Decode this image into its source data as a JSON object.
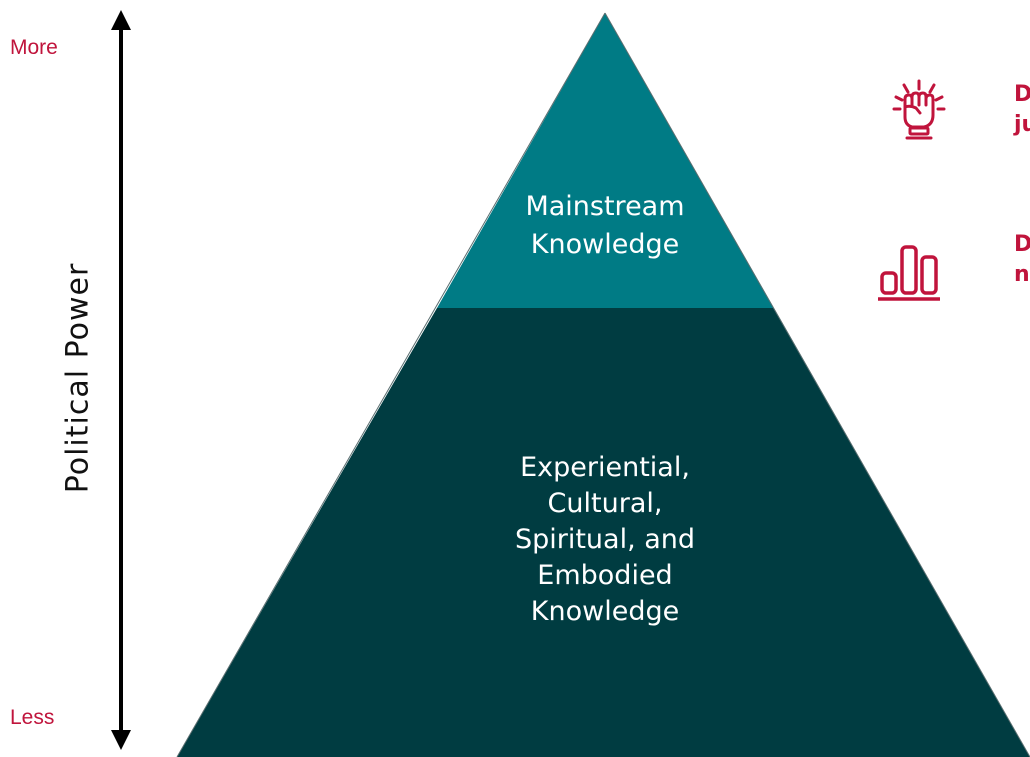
{
  "axis": {
    "title": "Political Power",
    "top_label": "More",
    "bottom_label": "Less",
    "arrow_icon": "double-headed-arrow",
    "label_color": "#c0143c"
  },
  "pyramid": {
    "tiers": [
      {
        "id": "mainstream",
        "label": "Mainstream\nKnowledge",
        "color": "#007b85"
      },
      {
        "id": "experiential",
        "label": "Experiential,\nCultural,\nSpiritual, and\nEmbodied\nKnowledge",
        "color": "#003c41"
      }
    ]
  },
  "legend": {
    "items": [
      {
        "icon": "raised-fist-icon",
        "text": "D\nju",
        "color": "#c0143c"
      },
      {
        "icon": "bar-chart-icon",
        "text": "D\nn",
        "color": "#c0143c"
      }
    ]
  }
}
